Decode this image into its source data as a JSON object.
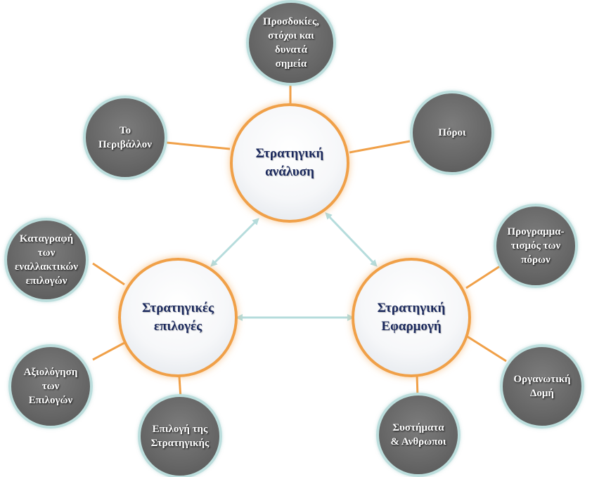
{
  "colors": {
    "main_border": "#f0a048",
    "sub_border": "#bcdedd",
    "sub_fill": "#666666",
    "main_text": "#1c2a5e",
    "connector": "#f0a048",
    "arrow": "#b5dcdc"
  },
  "nodes": {
    "main": {
      "analysis": "Στρατηγική\nανάλυση",
      "choices": "Στρατηγικές\nεπιλογές",
      "implementation": "Στρατηγική\nΕφαρμογή"
    },
    "sub": {
      "expectations": "Προσδοκίες,\nστόχοι και\nδυνατά\nσημεία",
      "environment": "Το\nΠεριβάλλον",
      "resources": "Πόροι",
      "record_alternatives": "Καταγραφή\nτων\nεναλλακτικών\nεπιλογών",
      "evaluation": "Αξιολόγηση\nτων\nΕπιλογών",
      "strategy_selection": "Επιλογή της\nΣτρατηγικής",
      "resource_planning": "Προγραμμα-\nτισμός των\nπόρων",
      "organizational_structure": "Οργανωτική\nΔομή",
      "systems_people": "Συστήματα\n& Ανθρωποι"
    }
  }
}
